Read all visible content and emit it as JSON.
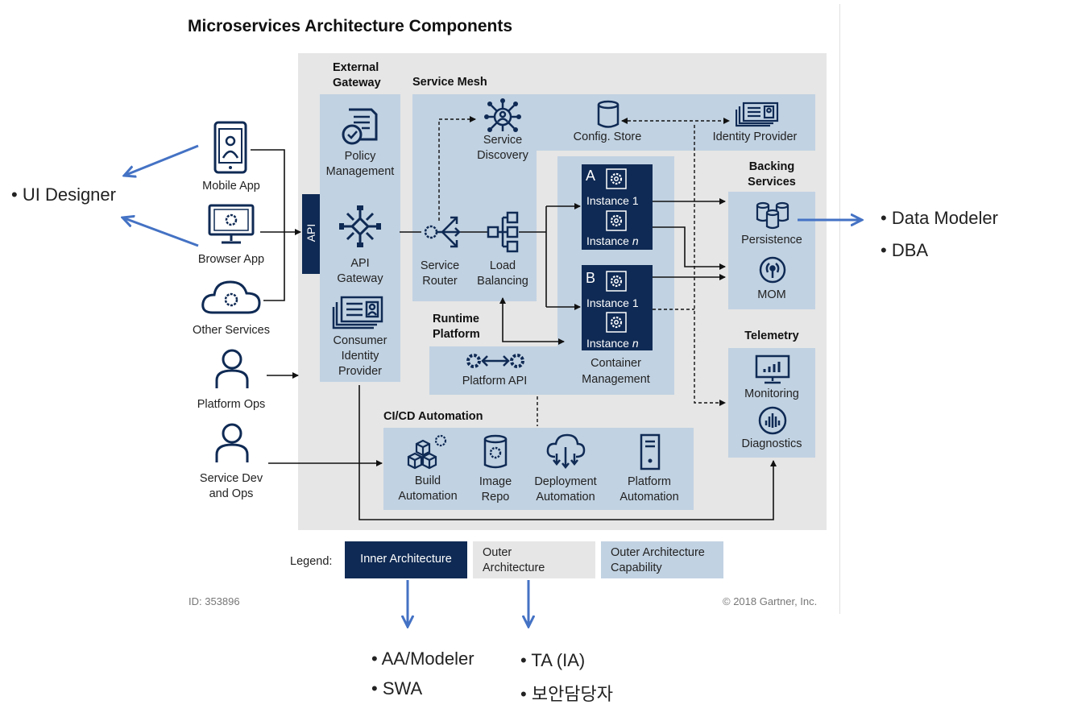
{
  "title": "Microservices Architecture Components",
  "clients": {
    "mobile_app": "Mobile App",
    "browser_app": "Browser App",
    "other_services": "Other Services",
    "platform_ops": "Platform Ops",
    "service_dev_line1": "Service Dev",
    "service_dev_line2": "and Ops"
  },
  "api_tab": "API",
  "external_gateway": {
    "title_line1": "External",
    "title_line2": "Gateway",
    "policy_line1": "Policy",
    "policy_line2": "Management",
    "api_gw_line1": "API",
    "api_gw_line2": "Gateway",
    "consumer_line1": "Consumer",
    "consumer_line2": "Identity",
    "consumer_line3": "Provider"
  },
  "service_mesh": {
    "title": "Service Mesh",
    "discovery_line1": "Service",
    "discovery_line2": "Discovery",
    "config_store": "Config. Store",
    "identity_provider": "Identity Provider",
    "router_line1": "Service",
    "router_line2": "Router",
    "lb_line1": "Load",
    "lb_line2": "Balancing"
  },
  "containers": {
    "a_letter": "A",
    "b_letter": "B",
    "instance_1": "Instance 1",
    "instance_n_prefix": "Instance",
    "instance_n_suffix": "n",
    "mgmt_line1": "Container",
    "mgmt_line2": "Management"
  },
  "runtime": {
    "title_line1": "Runtime",
    "title_line2": "Platform",
    "platform_api": "Platform API"
  },
  "backing": {
    "title_line1": "Backing",
    "title_line2": "Services",
    "persistence": "Persistence",
    "mom": "MOM"
  },
  "telemetry": {
    "title": "Telemetry",
    "monitoring": "Monitoring",
    "diagnostics": "Diagnostics"
  },
  "cicd": {
    "title": "CI/CD Automation",
    "build_line1": "Build",
    "build_line2": "Automation",
    "image_line1": "Image",
    "image_line2": "Repo",
    "deploy_line1": "Deployment",
    "deploy_line2": "Automation",
    "platform_line1": "Platform",
    "platform_line2": "Automation"
  },
  "legend": {
    "label": "Legend:",
    "inner": "Inner Architecture",
    "outer_line1": "Outer",
    "outer_line2": "Architecture",
    "capability_line1": "Outer Architecture",
    "capability_line2": "Capability"
  },
  "footer": {
    "id": "ID: 353896",
    "copyright": "© 2018 Gartner, Inc."
  },
  "annotations": {
    "ui_designer": "UI Designer",
    "data_modeler": "Data Modeler",
    "dba": "DBA",
    "aa_modeler": "AA/Modeler",
    "swa": "SWA",
    "ta": "TA (IA)",
    "security": "보안담당자"
  },
  "colors": {
    "inner": "#0f2a54",
    "outer": "#e6e6e6",
    "capability": "#c1d2e2",
    "annotation_arrow": "#4472c4"
  }
}
